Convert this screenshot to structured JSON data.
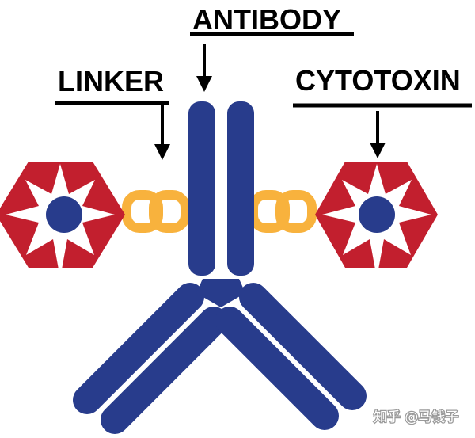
{
  "labels": {
    "antibody": "ANTIBODY",
    "linker": "LINKER",
    "cytotoxin": "CYTOTOXIN"
  },
  "watermark": {
    "text": "知乎 @马钱子"
  },
  "colors": {
    "antibody": "#283C8C",
    "cytotoxin_hex": "#C21F2E",
    "cytotoxin_core": "#283C8C",
    "star": "#FFFFFF",
    "linker": "#F8B23D",
    "label": "#000000"
  }
}
